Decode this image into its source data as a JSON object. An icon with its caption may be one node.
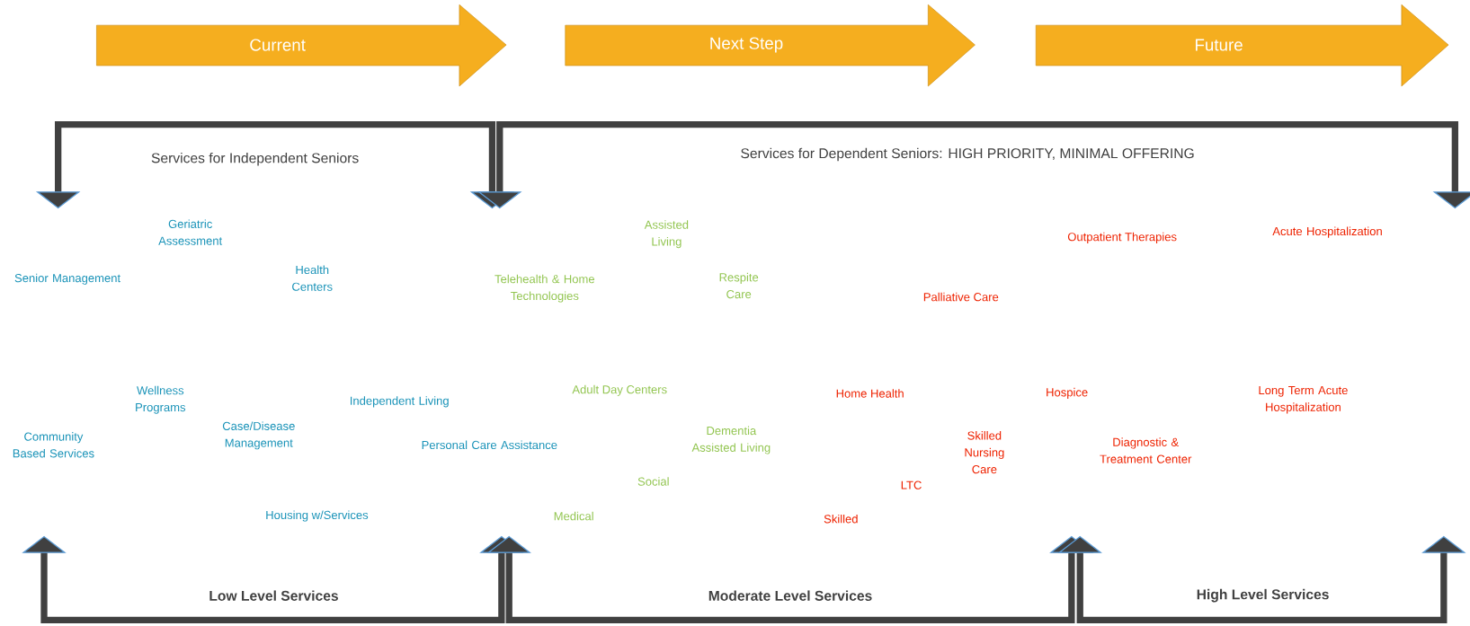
{
  "diagram": {
    "nodes": [
      {
        "text": [
          "Current"
        ]
      },
      {
        "text": [
          "Next Step"
        ]
      },
      {
        "text": [
          "Future"
        ]
      }
    ],
    "labels": [
      "Services for Independent Seniors",
      "Services for Dependent Seniors: HIGH PRIORITY, MINIMAL OFFERING",
      "Geriatric Assessment",
      "Assisted Living",
      "Acute Hospitalization",
      "Outpatient Therapies",
      "Health Centers",
      "Senior Management",
      "Respite Care",
      "Telehealth & Home Technologies",
      "Palliative Care",
      "Adult Day Centers",
      "Home Health",
      "Hospice",
      "Long Term Acute Hospitalization",
      "Wellness Programs",
      "Independent Living",
      "Case/Disease Management",
      "Dementia Assisted Living",
      "Community Based Services",
      "Personal Care Assistance",
      "Skilled Nursing Care",
      "Diagnostic & Treatment Center",
      "LTC",
      "Social",
      "Housing w/Services",
      "Medical",
      "Skilled",
      "Low Level Services",
      "Moderate Level Services",
      "High Level Services"
    ]
  }
}
